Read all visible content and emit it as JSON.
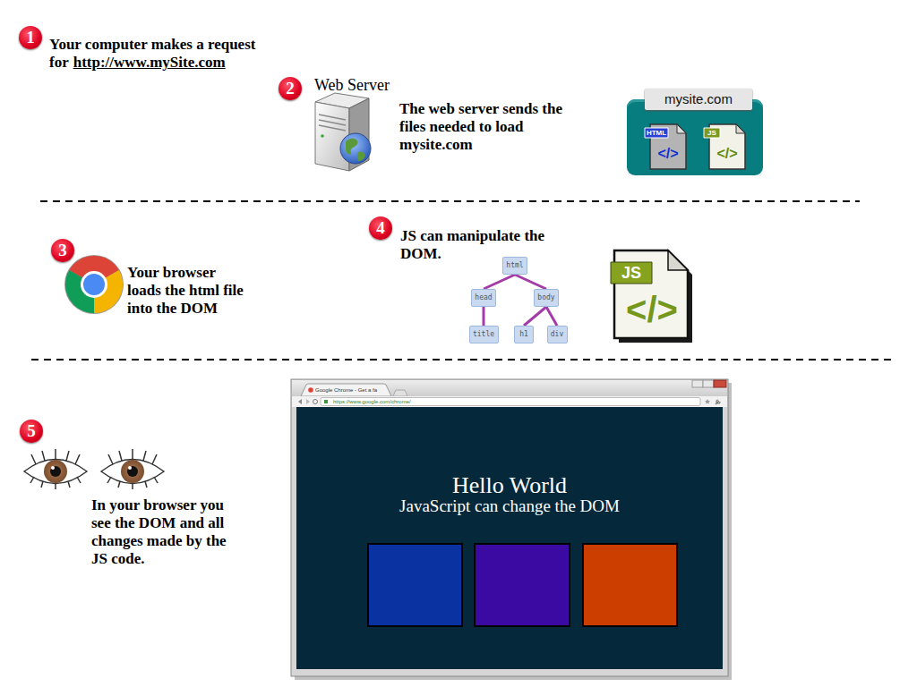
{
  "diagram": {
    "nodes": [
      {
        "text": [
          "mysite.com"
        ]
      },
      {
        "text": [
          "HTML",
          "</>"
        ],
        "in": 0
      },
      {
        "text": [
          "JS",
          "</>"
        ],
        "in": 0
      },
      {
        "text": [
          "html"
        ]
      },
      {
        "text": [
          "head"
        ]
      },
      {
        "text": [
          "body"
        ]
      },
      {
        "text": [
          "title"
        ]
      },
      {
        "text": [
          "h1"
        ]
      },
      {
        "text": [
          "div"
        ]
      },
      {
        "text": [
          "JS",
          "</>"
        ]
      },
      {
        "text": [
          "Google Chrome - Get a fa",
          "https://www.google.com/chrome/"
        ]
      },
      {
        "text": [
          "Hello World",
          "JavaScript can change the DOM"
        ],
        "in": 10
      }
    ],
    "edges": [
      {
        "from": 3,
        "to": 4,
        "arrow": "none"
      },
      {
        "from": 3,
        "to": 5,
        "arrow": "none"
      },
      {
        "from": 4,
        "to": 6,
        "arrow": "none"
      },
      {
        "from": 5,
        "to": 7,
        "arrow": "none"
      },
      {
        "from": 5,
        "to": 8,
        "arrow": "none"
      }
    ],
    "labels": [
      "1",
      "Your computer makes a request for",
      "http://www.mySite.com",
      "2",
      "Web Server",
      "The web server sends the files needed to load mysite.com",
      "3",
      "Your browser loads the html file into the DOM",
      "4",
      "JS can manipulate the DOM.",
      "5",
      "In your browser you see the DOM and all changes made by the JS code."
    ]
  }
}
